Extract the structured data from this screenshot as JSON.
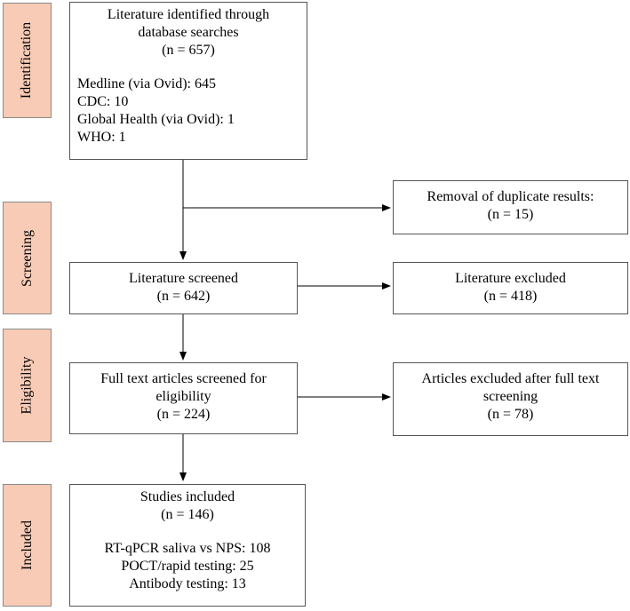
{
  "stages": {
    "identification": "Identification",
    "screening": "Screening",
    "eligibility": "Eligibility",
    "included": "Included"
  },
  "identified": {
    "title_line1": "Literature identified through",
    "title_line2": "database searches",
    "count": "(n = 657)",
    "sources": [
      "Medline (via Ovid): 645",
      "CDC: 10",
      "Global Health (via Ovid): 1",
      "WHO: 1"
    ]
  },
  "duplicates": {
    "title": "Removal of duplicate results:",
    "count": "(n = 15)"
  },
  "screened": {
    "title": "Literature screened",
    "count": "(n = 642)"
  },
  "excluded": {
    "title": "Literature excluded",
    "count": "(n = 418)"
  },
  "fulltext": {
    "title_line1": "Full text articles screened for",
    "title_line2": "eligibility",
    "count": "(n = 224)"
  },
  "fulltext_excluded": {
    "title_line1": "Articles excluded after full text",
    "title_line2": "screening",
    "count": "(n = 78)"
  },
  "included": {
    "title": "Studies included",
    "count": "(n = 146)",
    "breakdown": [
      "RT-qPCR saliva vs NPS: 108",
      "POCT/rapid testing: 25",
      "Antibody testing: 13"
    ]
  }
}
